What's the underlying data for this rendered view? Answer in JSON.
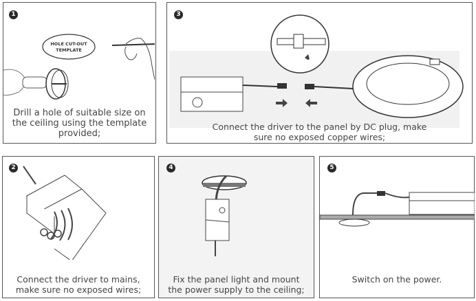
{
  "steps": [
    {
      "number": "1",
      "caption_lines": [
        "Drill a hole of suitable size on",
        "the ceiling using the template",
        "provided;"
      ],
      "template_label": [
        "HOLE CUT-OUT",
        "TEMPLATE"
      ]
    },
    {
      "number": "2",
      "caption_lines": [
        "Connect the driver to mains,",
        "make sure no exposed wires;"
      ]
    },
    {
      "number": "3",
      "caption_lines": [
        "Connect the driver to the panel by DC plug, make",
        "sure no exposed copper wires;"
      ]
    },
    {
      "number": "4",
      "caption_lines": [
        "Fix the panel light and mount",
        "the power supply to the ceiling;"
      ]
    },
    {
      "number": "5",
      "caption_lines": [
        "Switch on the power."
      ]
    }
  ]
}
